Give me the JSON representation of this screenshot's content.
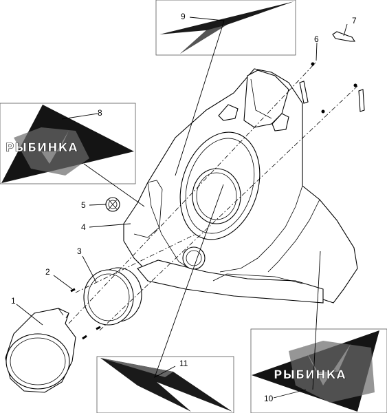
{
  "diagram": {
    "callouts": [
      "1",
      "2",
      "3",
      "4",
      "5",
      "6",
      "7",
      "8",
      "9",
      "10",
      "11"
    ],
    "decal_text": "РЫБИНКА"
  }
}
